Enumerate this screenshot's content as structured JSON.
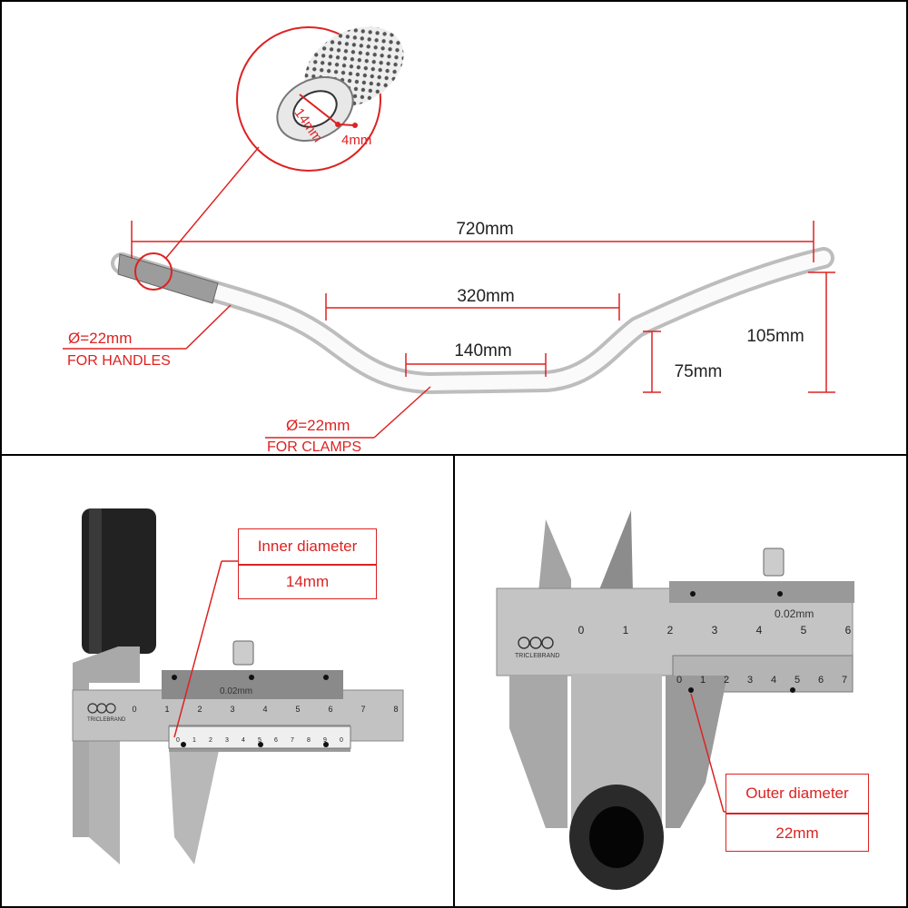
{
  "top": {
    "zoom_inner": "14mm",
    "zoom_wall": "4mm",
    "total_width": "720mm",
    "rise_span": "320mm",
    "clamp_span": "140mm",
    "rise_total": "105mm",
    "rise_clamp": "75mm",
    "handle_dia": "Ø=22mm",
    "handle_note": "FOR HANDLES",
    "clamp_dia": "Ø=22mm",
    "clamp_note": "FOR CLAMPS"
  },
  "bottom_left": {
    "callout_title": "Inner diameter",
    "callout_value": "14mm",
    "brand": "TRICLEBRAND",
    "vernier_label": "0.02mm",
    "main_scale": [
      "0",
      "1",
      "2",
      "3",
      "4",
      "5",
      "6",
      "7",
      "8"
    ],
    "vernier_scale": [
      "0",
      "1",
      "2",
      "3",
      "4",
      "5",
      "6",
      "7",
      "8",
      "9",
      "0"
    ]
  },
  "bottom_right": {
    "callout_title": "Outer diameter",
    "callout_value": "22mm",
    "brand": "TRICLEBRAND",
    "vernier_label": "0.02mm",
    "main_scale": [
      "0",
      "1",
      "2",
      "3",
      "4",
      "5",
      "6"
    ],
    "vernier_scale": [
      "0",
      "1",
      "2",
      "3",
      "4",
      "5",
      "6",
      "7"
    ]
  },
  "colors": {
    "dimension": "#d22",
    "steel": "#9a9a9a",
    "grip": "#222"
  }
}
